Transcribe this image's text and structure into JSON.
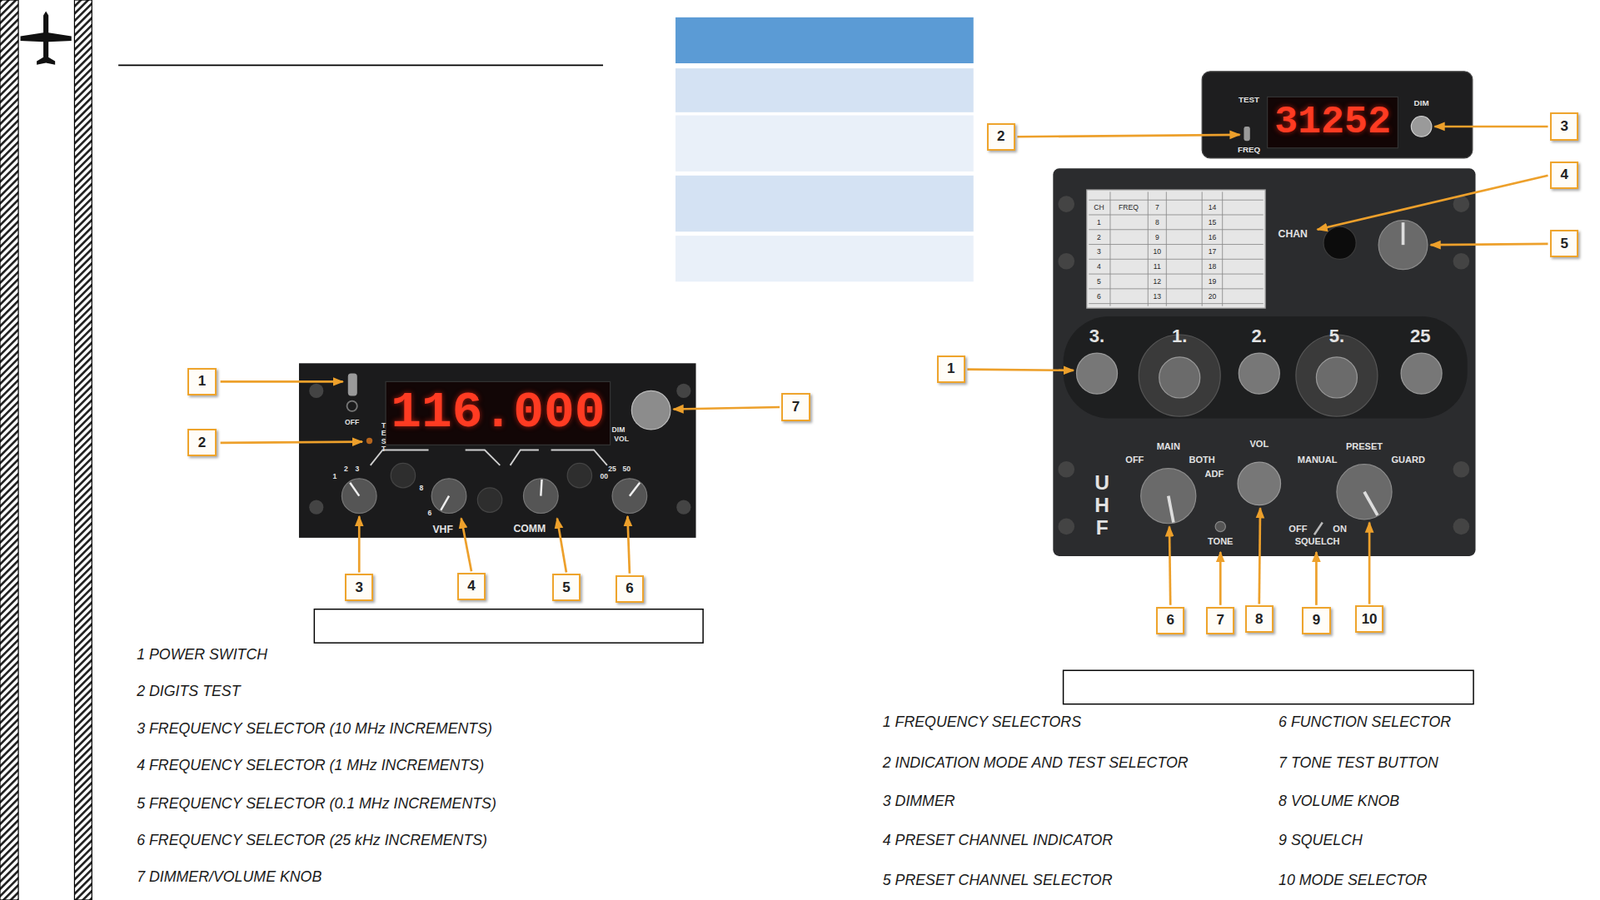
{
  "diagram": {
    "nodes": [
      {
        "text": [
          "1"
        ]
      },
      {
        "text": [
          "2"
        ]
      },
      {
        "text": [
          "3"
        ]
      },
      {
        "text": [
          "4"
        ]
      },
      {
        "text": [
          "5"
        ]
      },
      {
        "text": [
          "6"
        ]
      },
      {
        "text": [
          "7"
        ]
      },
      {
        "text": [
          "1"
        ]
      },
      {
        "text": [
          "2"
        ]
      },
      {
        "text": [
          "3"
        ]
      },
      {
        "text": [
          "4"
        ]
      },
      {
        "text": [
          "5"
        ]
      },
      {
        "text": [
          "6"
        ]
      },
      {
        "text": [
          "7"
        ]
      },
      {
        "text": [
          "8"
        ]
      },
      {
        "text": [
          "9"
        ]
      },
      {
        "text": [
          "10"
        ]
      }
    ],
    "labels": [
      "OFF",
      "TEST",
      "116.000",
      "DIM",
      "VOL",
      "1",
      "2",
      "3",
      "8",
      "6",
      "25",
      "50",
      "00",
      "VHF",
      "COMM",
      "TEST",
      "FREQ",
      "31252",
      "DIM",
      "CH",
      "FREQ",
      "1",
      "2",
      "3",
      "4",
      "5",
      "6",
      "7",
      "8",
      "9",
      "10",
      "11",
      "12",
      "13",
      "14",
      "15",
      "16",
      "17",
      "18",
      "19",
      "20",
      "CHAN",
      "3.",
      "1.",
      "2.",
      "5.",
      "25",
      "UHF",
      "MAIN",
      "OFF",
      "BOTH",
      "ADF",
      "VOL",
      "MANUAL",
      "PRESET",
      "GUARD",
      "TONE",
      "OFF",
      "ON",
      "SQUELCH",
      "1 POWER SWITCH",
      "2 DIGITS TEST",
      "3 FREQUENCY SELECTOR (10 MHz INCREMENTS)",
      "4 FREQUENCY SELECTOR (1 MHz INCREMENTS)",
      "5 FREQUENCY SELECTOR (0.1 MHz INCREMENTS)",
      "6 FREQUENCY SELECTOR (25 kHz INCREMENTS)",
      "7 DIMMER/VOLUME KNOB",
      "1 FREQUENCY SELECTORS",
      "2 INDICATION MODE AND TEST SELECTOR",
      "3 DIMMER",
      "4 PRESET CHANNEL INDICATOR",
      "5 PRESET CHANNEL SELECTOR",
      "6 FUNCTION SELECTOR",
      "7 TONE TEST BUTTON",
      "8 VOLUME KNOB",
      "9 SQUELCH",
      "10 MODE SELECTOR"
    ]
  }
}
